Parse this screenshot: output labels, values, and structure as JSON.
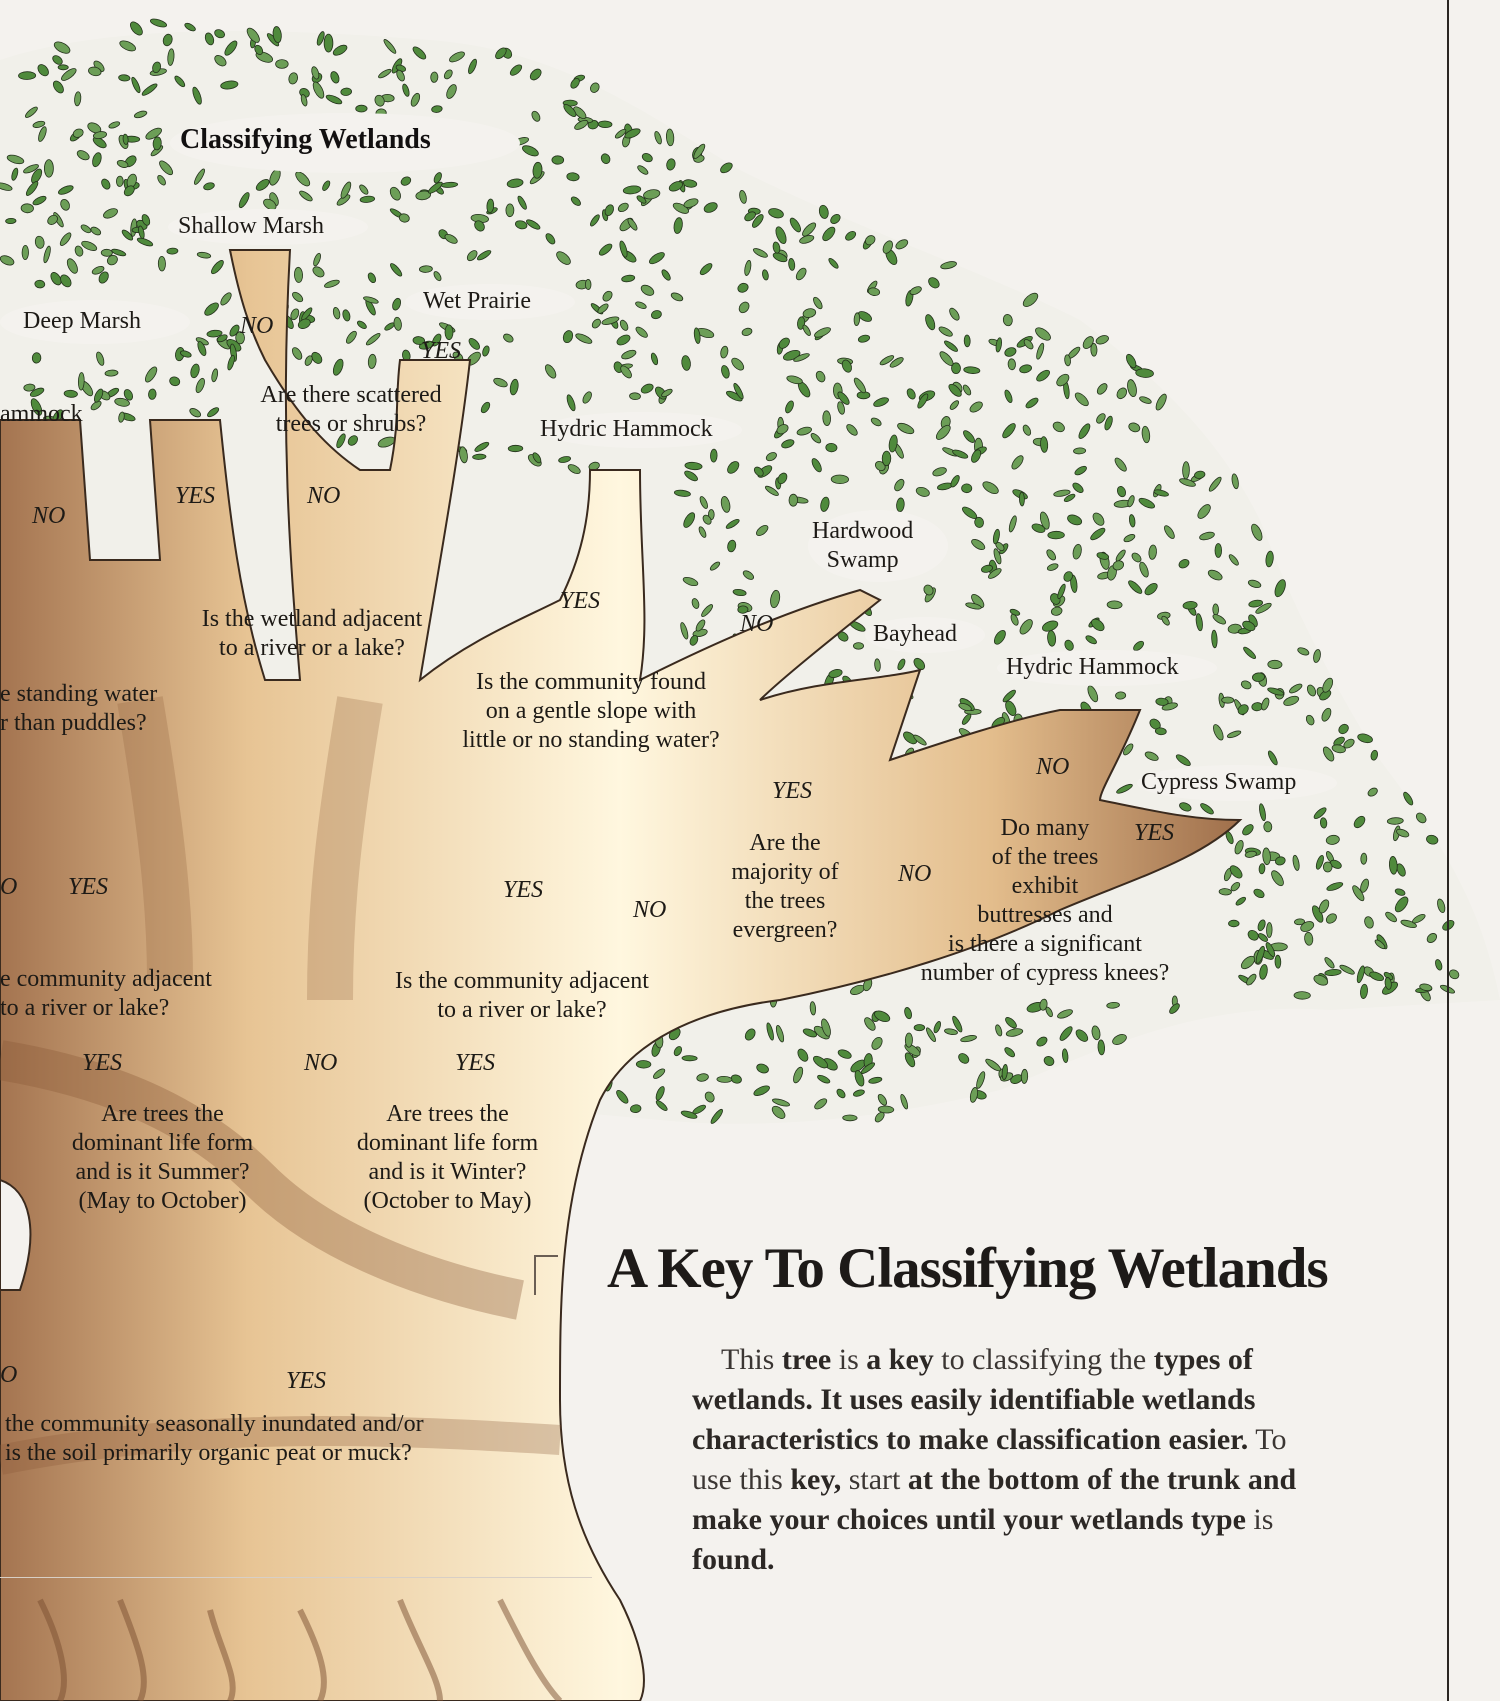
{
  "title": "Classifying Wetlands",
  "heading": "A Key To Classifying Wetlands",
  "description": {
    "parts": [
      {
        "text": "This ",
        "bold": false
      },
      {
        "text": "tree",
        "bold": true
      },
      {
        "text": " is ",
        "bold": false
      },
      {
        "text": "a key",
        "bold": true
      },
      {
        "text": " to classifying the ",
        "bold": false
      },
      {
        "text": "types of wetlands. It uses easily identifiable wetlands characteristics to make classification easier.",
        "bold": true
      },
      {
        "text": " To use this ",
        "bold": false
      },
      {
        "text": "key,",
        "bold": true
      },
      {
        "text": " start ",
        "bold": false
      },
      {
        "text": "at the bottom of the trunk and make your choices until your wetlands type",
        "bold": true
      },
      {
        "text": " is ",
        "bold": false
      },
      {
        "text": "found.",
        "bold": true
      }
    ]
  },
  "wetland_types": {
    "shallow_marsh": "Shallow Marsh",
    "deep_marsh": "Deep Marsh",
    "wet_prairie": "Wet Prairie",
    "hammock_left": "ammock",
    "hydric_hammock_1": "Hydric Hammock",
    "hardwood_swamp": "Hardwood\nSwamp",
    "bayhead": "Bayhead",
    "hydric_hammock_2": "Hydric Hammock",
    "cypress_swamp": "Cypress Swamp"
  },
  "questions": {
    "q_scattered": "Are there scattered\ntrees or shrubs?",
    "q_adjacent_river_lake": "Is the wetland adjacent\nto a river or a lake?",
    "q_standing_water": "e standing water\nr than puddles?",
    "q_gentle_slope": "Is the community found\non a gentle slope with\nlittle or no standing water?",
    "q_evergreen": "Are the\nmajority of\nthe trees\nevergreen?",
    "q_buttresses": "Do many\nof the trees\nexhibit\nbuttresses and\nis there a significant\nnumber of cypress knees?",
    "q_comm_adjacent_left": "e community adjacent\nto a river or lake?",
    "q_comm_adjacent_right": "Is the community adjacent\nto a river or lake?",
    "q_summer": "Are trees the\ndominant life form\nand is it Summer?\n(May to October)",
    "q_winter": "Are trees the\ndominant life form\nand is it Winter?\n(October to May)",
    "q_inundated": "the community seasonally inundated and/or\nis the soil primarily organic peat or muck?"
  },
  "answers": {
    "yes": "YES",
    "no": "NO",
    "no_fragment": "O",
    "yes_fragment": "O"
  }
}
